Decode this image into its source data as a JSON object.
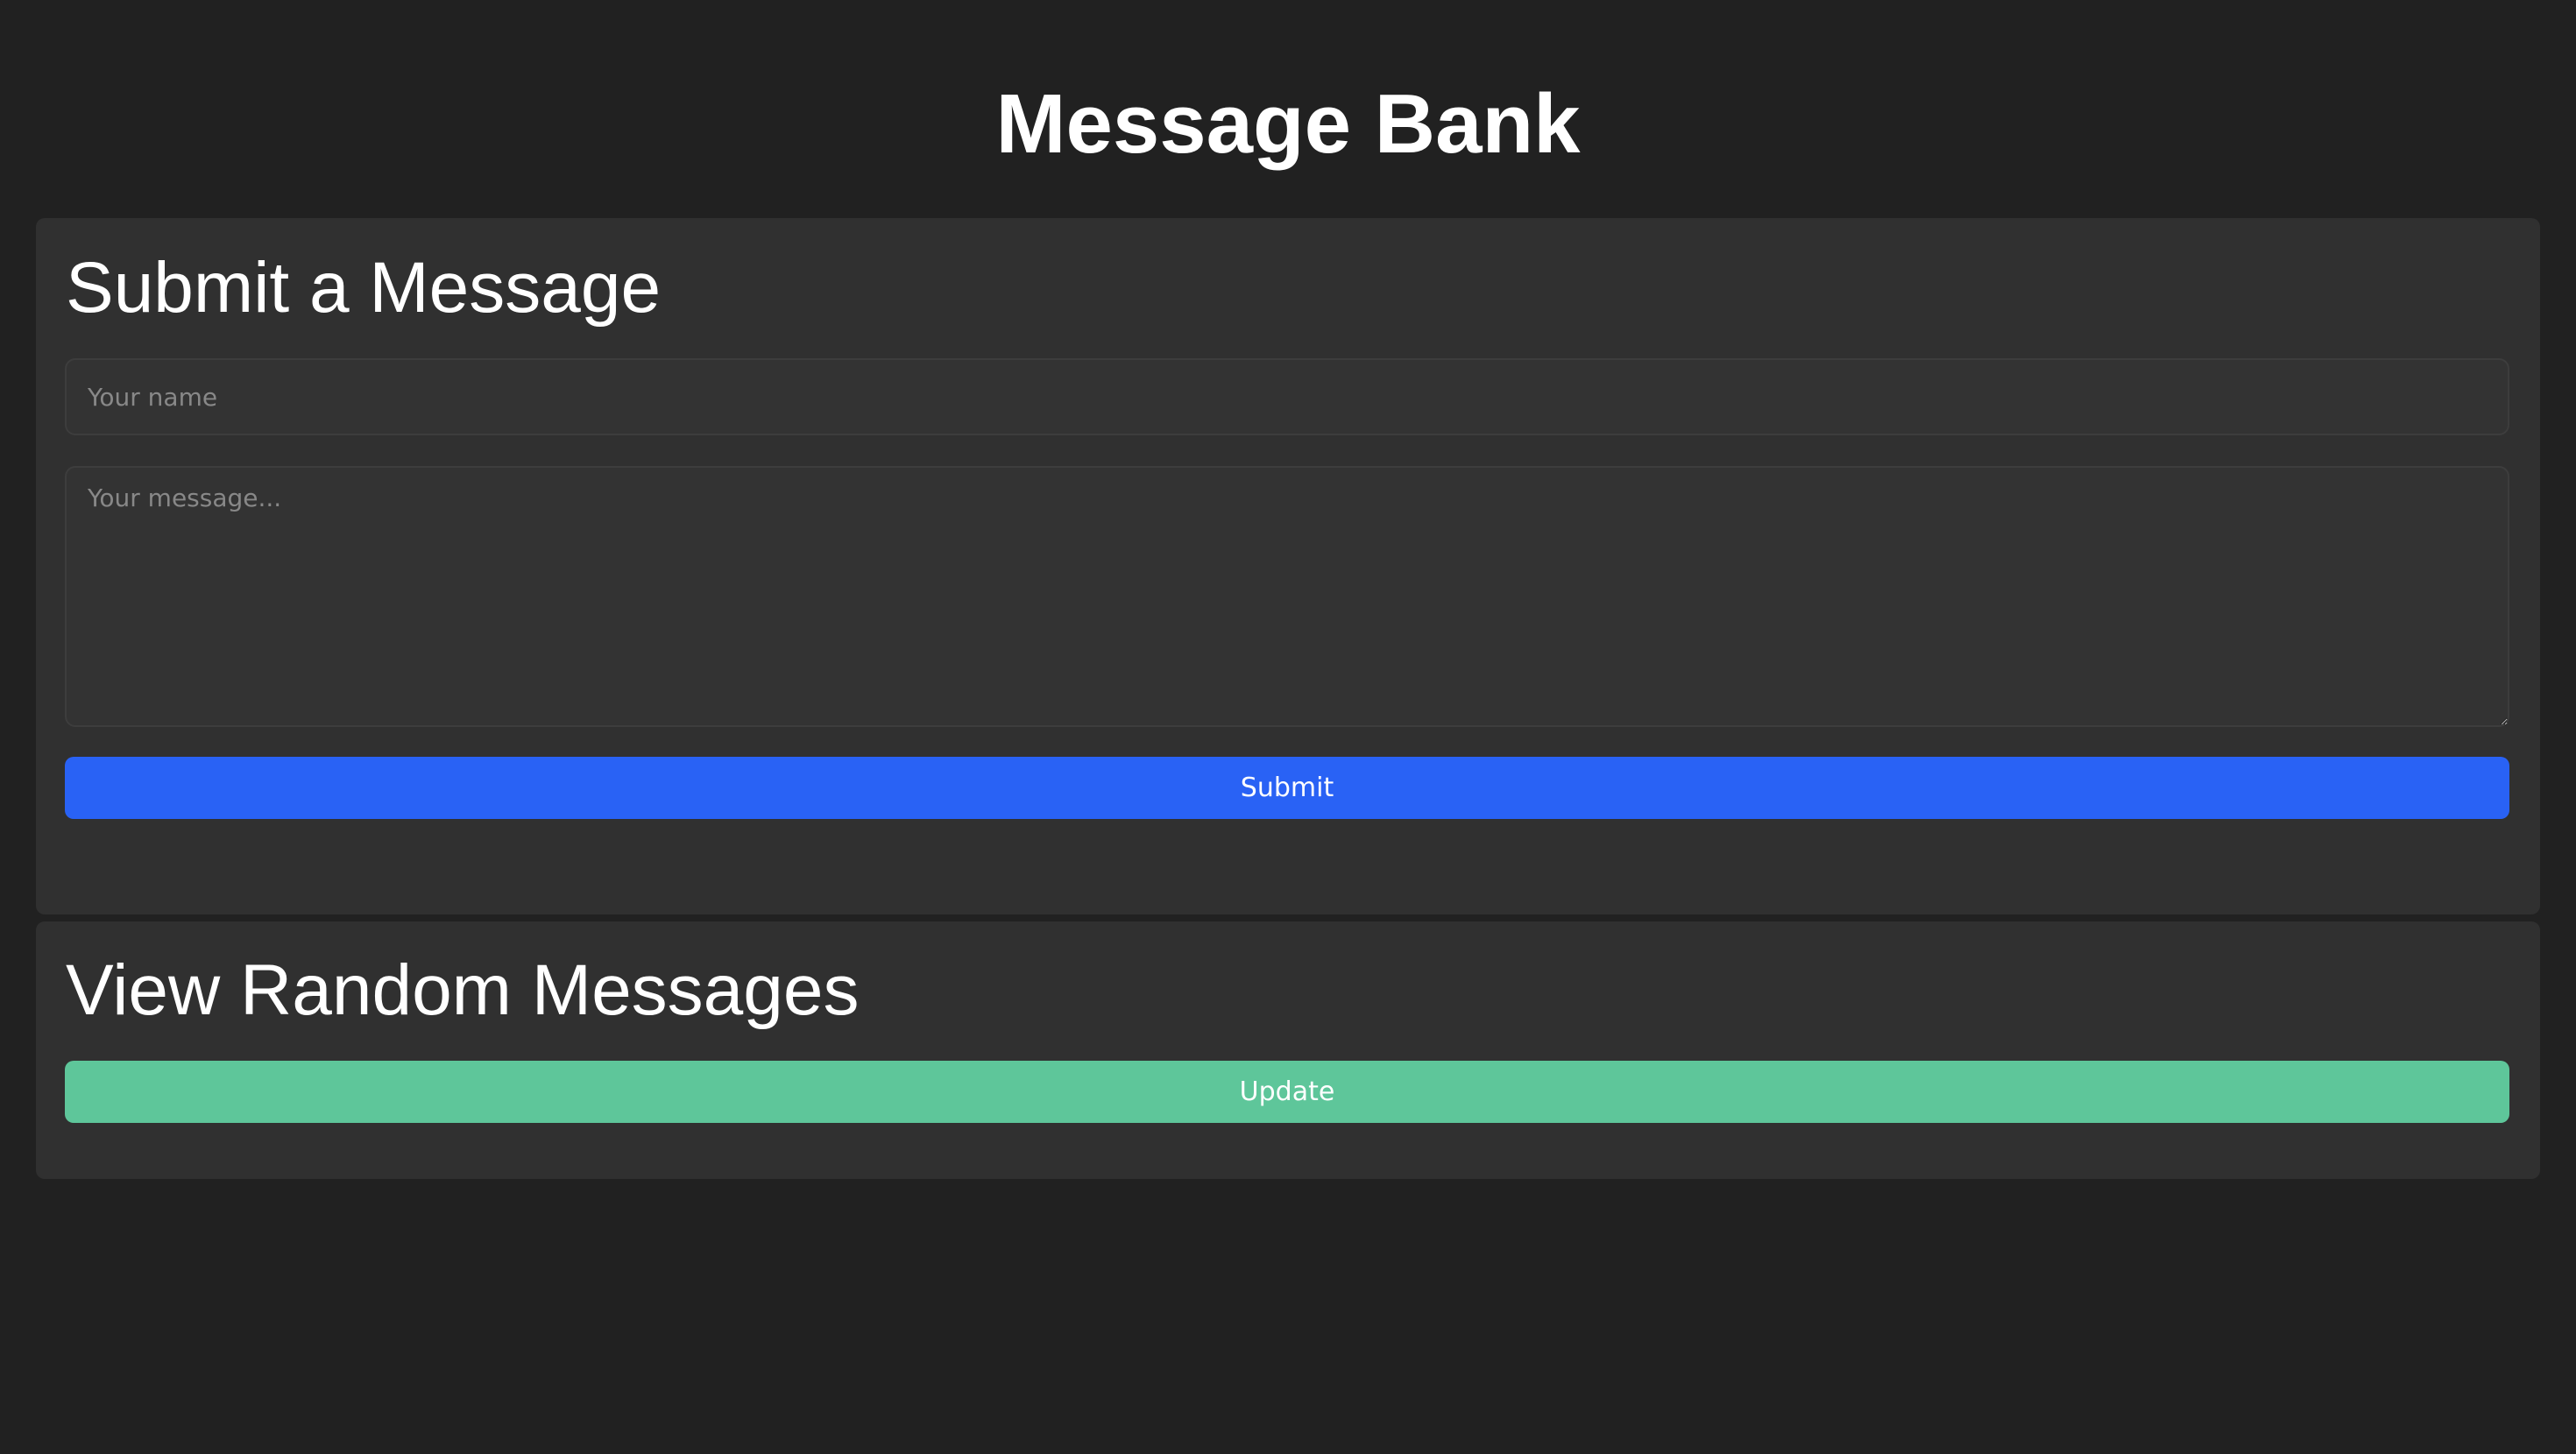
{
  "header": {
    "title": "Message Bank"
  },
  "submit_section": {
    "heading": "Submit a Message",
    "name_placeholder": "Your name",
    "name_value": "",
    "message_placeholder": "Your message...",
    "message_value": "",
    "submit_label": "Submit",
    "submit_color": "#2962f5"
  },
  "view_section": {
    "heading": "View Random Messages",
    "update_label": "Update",
    "update_color": "#5ec69a"
  }
}
